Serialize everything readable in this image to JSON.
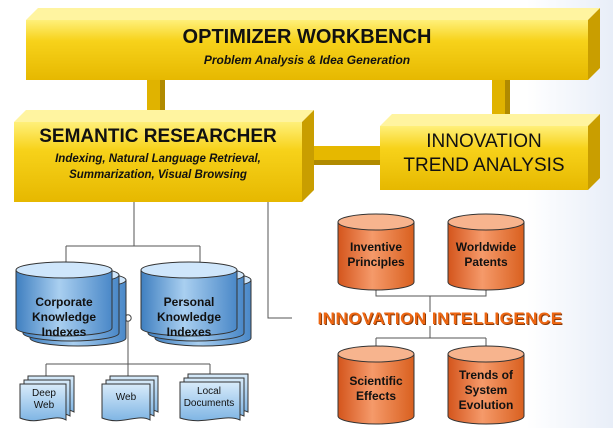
{
  "optimizer": {
    "title": "OPTIMIZER WORKBENCH",
    "subtitle": "Problem Analysis & Idea Generation"
  },
  "semantic": {
    "title": "SEMANTIC RESEARCHER",
    "subtitle": "Indexing, Natural Language Retrieval,\nSummarization, Visual Browsing"
  },
  "trend": {
    "title": "INNOVATION\nTREND ANALYSIS"
  },
  "knowledge": {
    "corporate": "Corporate\nKnowledge\nIndexes",
    "personal": "Personal\nKnowledge\nIndexes"
  },
  "sources": {
    "deep_web": "Deep\nWeb",
    "web": "Web",
    "local": "Local\nDocuments"
  },
  "intelligence": {
    "label": "INNOVATION INTELLIGENCE",
    "inventive": "Inventive\nPrinciples",
    "patents": "Worldwide\nPatents",
    "effects": "Scientific\nEffects",
    "trends": "Trends of\nSystem\nEvolution"
  },
  "colors": {
    "yellow": "#f2cc14",
    "orange_db": "#e8692a",
    "blue_db": "#5b9bd5",
    "accent_text": "#ee6611"
  }
}
